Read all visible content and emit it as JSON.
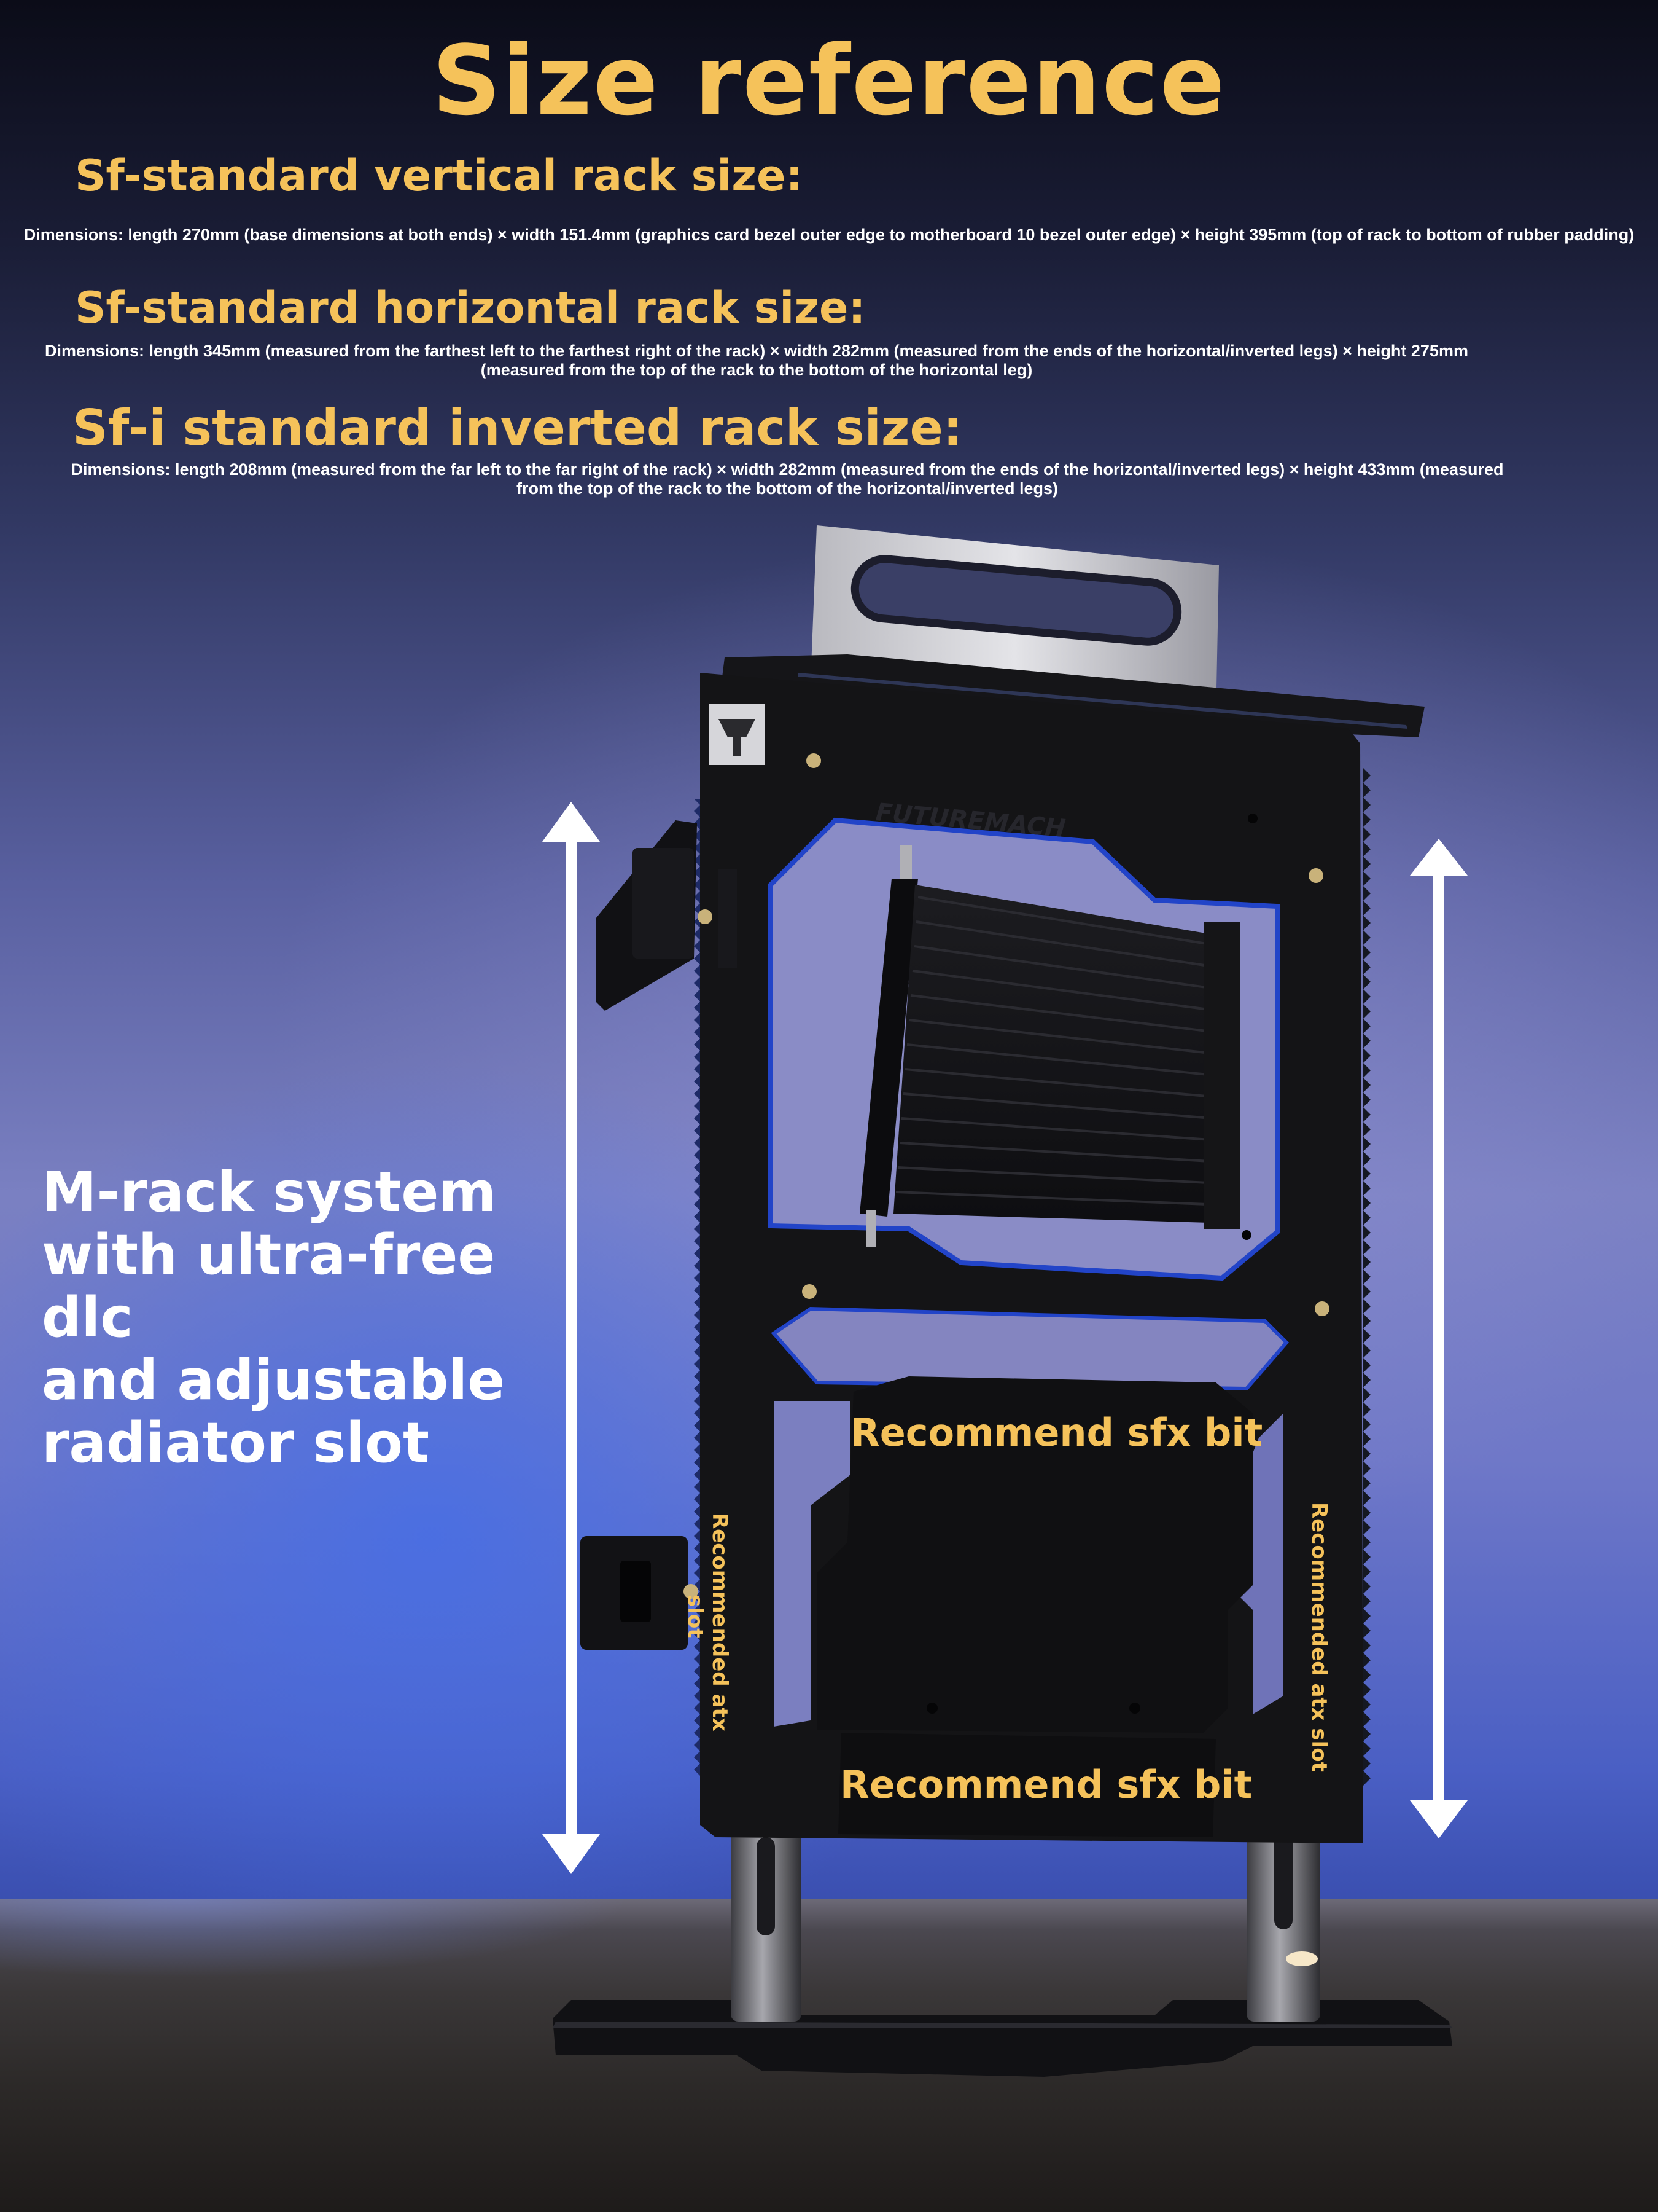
{
  "title": "Size reference",
  "specs": [
    {
      "heading": "Sf-standard vertical rack size:",
      "dimensions": "Dimensions: length 270mm (base dimensions at both ends) × width 151.4mm (graphics card bezel outer edge to motherboard 10 bezel outer edge) × height 395mm (top of rack to bottom of rubber padding)"
    },
    {
      "heading": "Sf-standard horizontal rack size:",
      "dimensions_line1": "Dimensions: length 345mm (measured from the farthest left to the farthest right of the rack) × width 282mm (measured from the ends of the horizontal/inverted legs) × height 275mm",
      "dimensions_line2": "(measured from the top of the rack to the bottom of the horizontal leg)"
    },
    {
      "heading": "Sf-i standard inverted rack size:",
      "dimensions_line1": "Dimensions: length 208mm (measured from the far left to the far right of the rack) × width 282mm (measured from the ends of the horizontal/inverted legs) × height 433mm (measured",
      "dimensions_line2": "from the top of the rack to the bottom of the horizontal/inverted legs)"
    }
  ],
  "callout_lines": [
    "M-rack system",
    "with ultra-free dlc",
    "and adjustable",
    "radiator slot"
  ],
  "labels": {
    "sfx_upper": "Recommend sfx bit",
    "sfx_lower": "Recommend sfx bit",
    "atx_left_line1": "Recommended atx",
    "atx_left_line2": "slot",
    "atx_right": "Recommended atx slot"
  },
  "logo_text": "FUTUREMACH",
  "colors": {
    "accent": "#f5c25a",
    "text": "#ffffff",
    "rack": "#141416"
  }
}
